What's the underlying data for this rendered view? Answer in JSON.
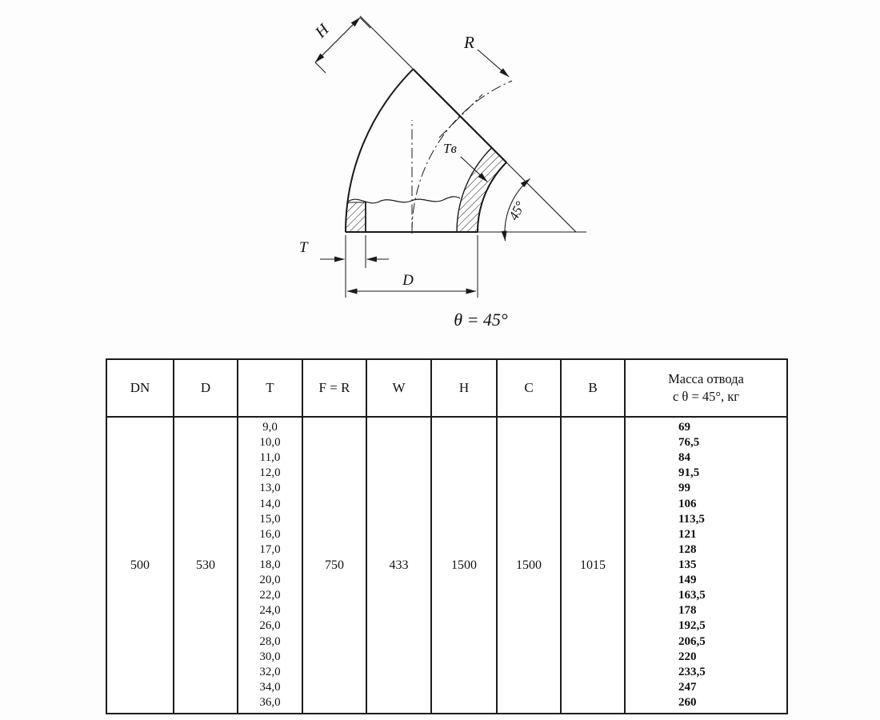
{
  "drawing": {
    "label_h": "H",
    "label_r": "R",
    "label_tb": "Tв",
    "label_t": "T",
    "label_d": "D",
    "label_angle": "45°",
    "label_theta": "θ = 45°"
  },
  "table": {
    "headers": {
      "dn": "DN",
      "d": "D",
      "t": "T",
      "fr": "F = R",
      "w": "W",
      "h": "H",
      "c": "C",
      "b": "B",
      "mass_line1": "Масса отвода",
      "mass_line2": "с θ = 45°, кг"
    },
    "row": {
      "dn": "500",
      "d": "530",
      "t_values": [
        "9,0",
        "10,0",
        "11,0",
        "12,0",
        "13,0",
        "14,0",
        "15,0",
        "16,0",
        "17,0",
        "18,0",
        "20,0",
        "22,0",
        "24,0",
        "26,0",
        "28,0",
        "30,0",
        "32,0",
        "34,0",
        "36,0"
      ],
      "fr": "750",
      "w": "433",
      "h": "1500",
      "c": "1500",
      "b": "1015",
      "mass_values": [
        "69",
        "76,5",
        "84",
        "91,5",
        "99",
        "106",
        "113,5",
        "121",
        "128",
        "135",
        "149",
        "163,5",
        "178",
        "192,5",
        "206,5",
        "220",
        "233,5",
        "247",
        "260"
      ]
    }
  }
}
